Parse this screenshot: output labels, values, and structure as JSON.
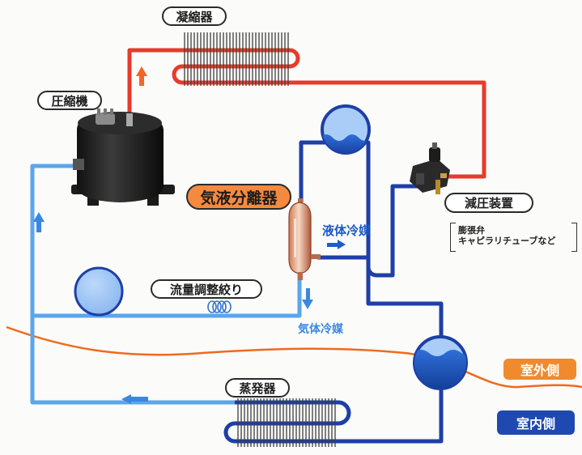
{
  "labels": {
    "condenser": "凝縮器",
    "compressor": "圧縮機",
    "separator": "気液分離器",
    "expansion": "減圧装置",
    "expansion_note_line1": "膨張弁",
    "expansion_note_line2": "キャピラリチューブなど",
    "liquid_refrigerant": "液体冷媒",
    "gas_refrigerant": "気体冷媒",
    "flow_restrictor": "流量調整絞り",
    "evaporator": "蒸発器",
    "outdoor": "室外側",
    "indoor": "室内側"
  },
  "colors": {
    "hot_pipe": "#e83a2b",
    "cold_pipe": "#1d3fa6",
    "light_pipe": "#5aa6ec",
    "outdoor_line": "#ef6a1d",
    "outdoor_tag": "#f08a2d",
    "indoor_tag": "#1e49b0",
    "separator_pill": "#f58a3e"
  },
  "icons": {
    "compressor": "compressor-icon",
    "expansion_valve": "expansion-valve-icon",
    "separator": "separator-vessel-icon",
    "flow_arrow": "arrow-icon"
  }
}
